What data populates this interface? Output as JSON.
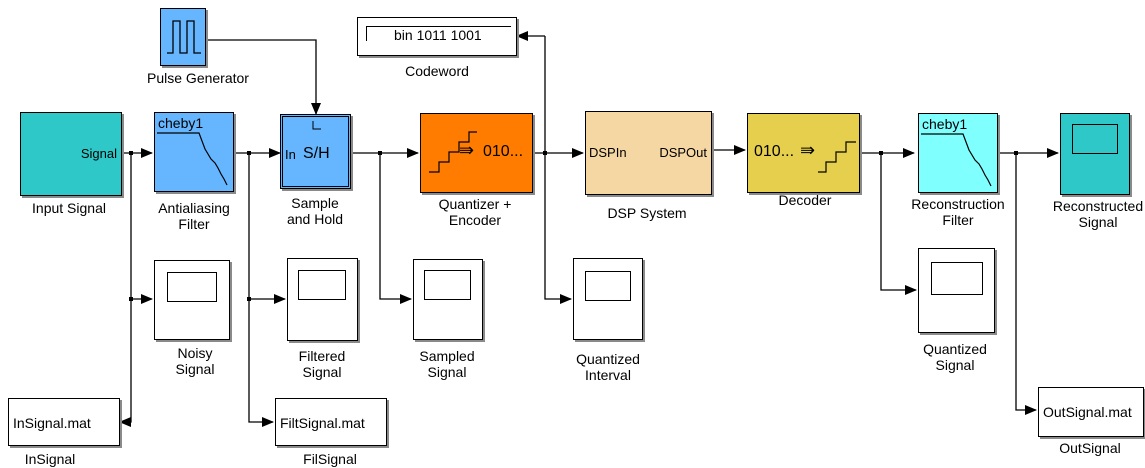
{
  "blocks": {
    "input_signal": {
      "label": "Input Signal",
      "port_out": "Signal",
      "color": "#2ec8c8"
    },
    "pulse_generator": {
      "label": "Pulse Generator",
      "color": "#66b6ff"
    },
    "antialiasing_filter": {
      "label": "Antialiasing\nFilter",
      "type_text": "cheby1",
      "color": "#66b6ff"
    },
    "sample_hold": {
      "label": "Sample\nand Hold",
      "port_in": "In",
      "symbol": "S/H",
      "color": "#66b6ff"
    },
    "codeword": {
      "label": "Codeword",
      "display": "bin 1011 1001"
    },
    "quantizer_encoder": {
      "label": "Quantizer +\nEncoder",
      "symbol": "010...",
      "color": "#ff7c00"
    },
    "dsp_system": {
      "label": "DSP System",
      "port_in": "DSPIn",
      "port_out": "DSPOut",
      "color": "#f5d7a3"
    },
    "decoder": {
      "label": "Decoder",
      "symbol": "010...",
      "color": "#e6cf4c"
    },
    "reconstruction_filter": {
      "label": "Reconstruction\nFilter",
      "type_text": "cheby1",
      "color": "#80ffff"
    },
    "reconstructed_signal": {
      "label": "Reconstructed\nSignal",
      "color": "#2ec8c8"
    },
    "noisy_signal": {
      "label": "Noisy\nSignal"
    },
    "filtered_signal": {
      "label": "Filtered\nSignal"
    },
    "sampled_signal": {
      "label": "Sampled\nSignal"
    },
    "quantized_interval": {
      "label": "Quantized\nInterval"
    },
    "quantized_signal": {
      "label": "Quantized\nSignal"
    },
    "insignal_file": {
      "label": "InSignal",
      "filename": "InSignal.mat"
    },
    "filsignal_file": {
      "label": "FilSignal",
      "filename": "FiltSignal.mat"
    },
    "outsignal_file": {
      "label": "OutSignal",
      "filename": "OutSignal.mat"
    }
  },
  "colors": {
    "line": "#000000",
    "shadow": "#8a8a8a",
    "scope_teal": "#2ec8c8"
  }
}
